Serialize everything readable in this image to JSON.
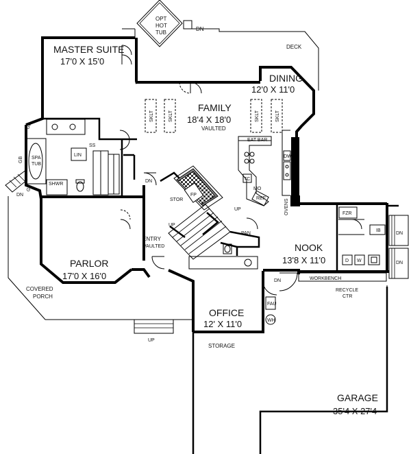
{
  "rooms": {
    "master_suite": {
      "name": "MASTER SUITE",
      "dims": "17'0 X 15'0"
    },
    "family": {
      "name": "FAMILY",
      "dims": "18'4 X 18'0",
      "note": "VAULTED"
    },
    "dining": {
      "name": "DINING",
      "dims": "12'0 X 11'0"
    },
    "parlor": {
      "name": "PARLOR",
      "dims": "17'0 X 16'0"
    },
    "entry": {
      "name": "ENTRY",
      "note": "VAULTED"
    },
    "nook": {
      "name": "NOOK",
      "dims": "13'8 X 11'0"
    },
    "office": {
      "name": "OFFICE",
      "dims": "12' X 11'0"
    },
    "garage": {
      "name": "GARAGE",
      "dims": "35'4 X 27'4"
    }
  },
  "labels": {
    "opt_hot_tub": [
      "OPT",
      "HOT",
      "TUB"
    ],
    "deck": "DECK",
    "dn": "DN",
    "up": "UP",
    "sklt": "SKLT",
    "eat_bar": "EAT BAR",
    "dw": "DW",
    "tc": "TC",
    "mo": "MO",
    "ref": "REF",
    "ovens": "OVENS",
    "fzr": "FZR",
    "ib": "IB",
    "d": "D",
    "w": "W",
    "workbench": "WORKBENCH",
    "recycle": [
      "RECYCLE",
      "CTR"
    ],
    "pan": "PAN",
    "fp": "FP",
    "stor": "STOR",
    "lin": "LIN",
    "ss": "SS",
    "spa_tub": [
      "SPA",
      "TUB"
    ],
    "shwr": "SHWR",
    "gb": "GB",
    "covered_porch": [
      "COVERED",
      "PORCH"
    ],
    "fau": "FAU",
    "wh": "WH",
    "storage": "STORAGE"
  }
}
